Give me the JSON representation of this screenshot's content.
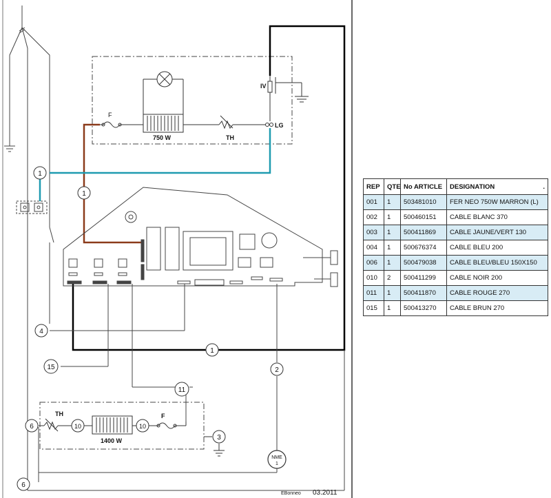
{
  "schematic": {
    "wire_colors": {
      "brown": "#8b3a1a",
      "blue": "#1e9bb0",
      "black": "#000000",
      "grey": "#555555"
    },
    "labels": {
      "fuse_top": "F",
      "resistor_top": "750 W",
      "thermostat_top": "TH",
      "switch_iv": "IV",
      "lamp_lg": "LG",
      "thermostat_bottom": "TH",
      "resistor_bottom": "1400 W",
      "fuse_bottom": "F",
      "motor_line1": "NME",
      "motor_line2": "1"
    },
    "callouts": {
      "c_blue": "1",
      "c_brown": "1",
      "c_black": "1",
      "c_4": "4",
      "c_15": "15",
      "c_2": "2",
      "c_11": "11",
      "c_6a": "6",
      "c_6b": "6",
      "c_3": "3",
      "c_10a": "10",
      "c_10b": "10"
    },
    "signature": "EBonneo",
    "date": "03.2011"
  },
  "bom": {
    "headers": [
      "REP",
      "QTE",
      "No ARTICLE",
      "DESIGNATION",
      "."
    ],
    "rows": [
      {
        "rep": "001",
        "qte": "1",
        "article": "503481010",
        "designation": "FER NEO 750W MARRON (L)"
      },
      {
        "rep": "002",
        "qte": "1",
        "article": "500460151",
        "designation": "CABLE BLANC 370"
      },
      {
        "rep": "003",
        "qte": "1",
        "article": "500411869",
        "designation": "CABLE JAUNE/VERT 130"
      },
      {
        "rep": "004",
        "qte": "1",
        "article": "500676374",
        "designation": "CABLE BLEU 200"
      },
      {
        "rep": "006",
        "qte": "1",
        "article": "500479038",
        "designation": "CABLE BLEU/BLEU 150X150"
      },
      {
        "rep": "010",
        "qte": "2",
        "article": "500411299",
        "designation": "CABLE NOIR 200"
      },
      {
        "rep": "011",
        "qte": "1",
        "article": "500411870",
        "designation": "CABLE ROUGE 270"
      },
      {
        "rep": "015",
        "qte": "1",
        "article": "500413270",
        "designation": "CABLE BRUN 270"
      }
    ]
  }
}
